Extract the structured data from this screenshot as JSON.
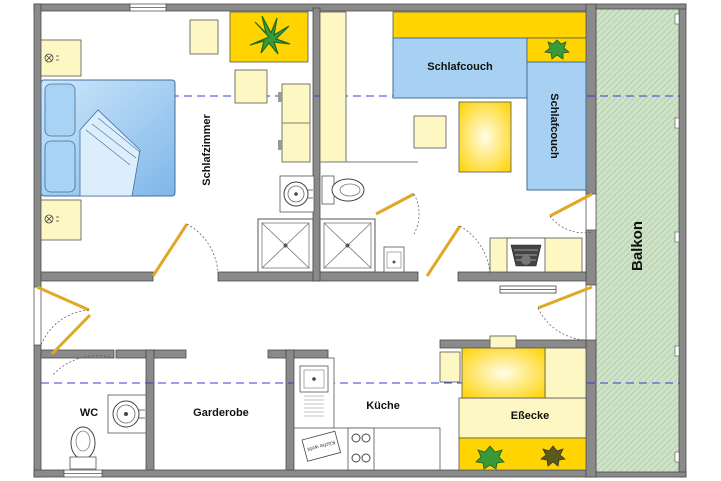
{
  "rooms": {
    "schlafzimmer": "Schlafzimmer",
    "schlafcouch_1": "Schlafcouch",
    "schlafcouch_2": "Schlafcouch",
    "balkon": "Balkon",
    "wc": "WC",
    "garderobe": "Garderobe",
    "kueche": "Küche",
    "essecke": "Eßecke"
  },
  "fixtures": {
    "sign": "Küche wohl"
  },
  "colors": {
    "wall": "#7a7a7a",
    "wall_dark": "#555555",
    "furniture_yellow": "#fdf7c3",
    "table_yellow": "#ffd700",
    "bed_blue": "#a9d3f5",
    "couch_blue": "#a7d0f2",
    "balcony_green": "#c9dfc3",
    "door_gold": "#e0a825",
    "dash_blue": "#3b3bd6",
    "plant_green": "#2e8b2e"
  }
}
